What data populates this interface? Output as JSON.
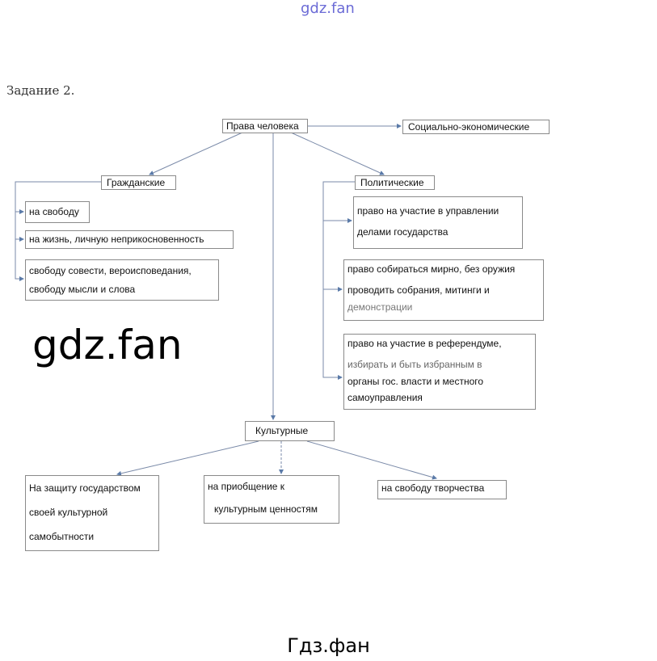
{
  "watermarks": {
    "top": "gdz.fan",
    "center": "gdz.fan",
    "bottom": "Гдз.фан"
  },
  "task_label": "Задание 2.",
  "root": "Права человека",
  "categories": {
    "socio_economic": "Социально-экономические",
    "civil": {
      "label": "Гражданские",
      "items": [
        [
          "на свободу"
        ],
        [
          "на жизнь, личную неприкосновенность"
        ],
        [
          "свободу совести, вероисповедания,",
          "свободу мысли и слова"
        ]
      ]
    },
    "political": {
      "label": "Политические",
      "items": [
        [
          "право на участие в управлении",
          "делами государства"
        ],
        [
          "право собираться  мирно, без оружия",
          "проводить  собрания,  митинги  и",
          "демонстрации"
        ],
        [
          "право на участие в референдуме,",
          "избирать  и быть избранным  в",
          "органы гос. власти и местного",
          "самоуправления"
        ]
      ]
    },
    "cultural": {
      "label": "Культурные",
      "items": [
        [
          "На защиту  государством",
          "своей культурной",
          "самобытности"
        ],
        [
          "на приобщение  к",
          "культурным ценностям"
        ],
        [
          "на свободу  творчества"
        ]
      ]
    }
  }
}
